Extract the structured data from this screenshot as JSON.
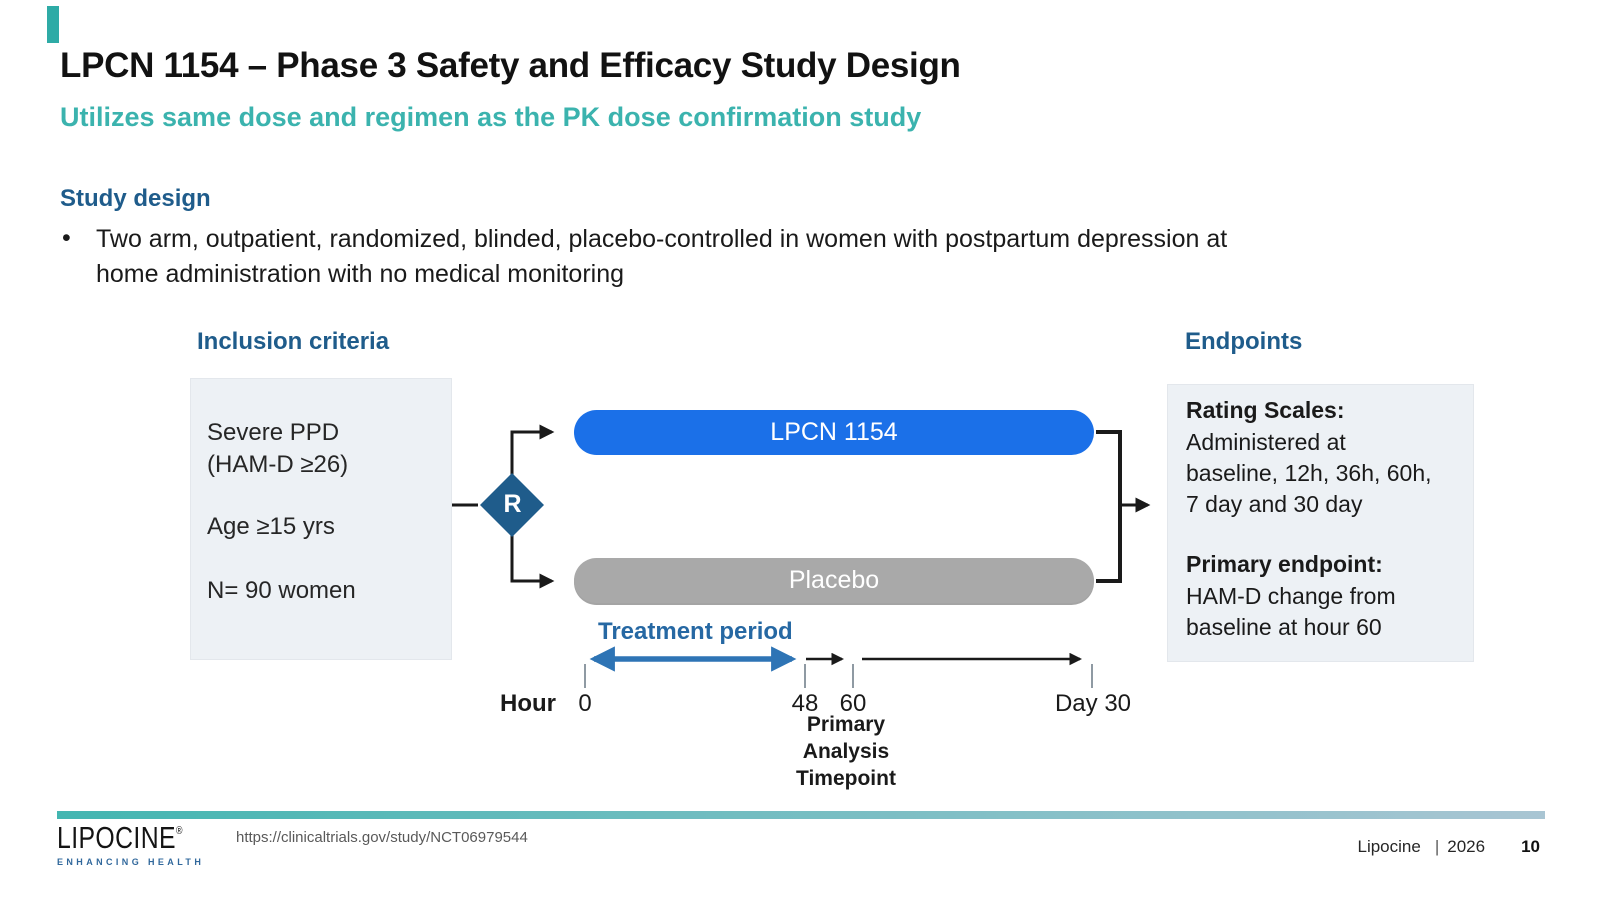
{
  "slide": {
    "title": "LPCN 1154 – Phase 3 Safety and Efficacy Study Design",
    "subtitle": "Utilizes same dose and regimen as the PK dose confirmation study"
  },
  "study_design": {
    "heading": "Study design",
    "bullet_marker": "•",
    "bullet": "Two arm, outpatient, randomized, blinded, placebo-controlled in women with postpartum depression at\nhome administration with no medical monitoring"
  },
  "inclusion": {
    "heading": "Inclusion criteria",
    "line1": "Severe PPD\n(HAM-D ≥26)",
    "line2": "Age ≥15 yrs",
    "line3": "N= 90 women"
  },
  "diagram": {
    "randomization_label": "R",
    "arm1_label": "LPCN 1154",
    "arm2_label": "Placebo",
    "treatment_period_label": "Treatment period",
    "timeline": {
      "axis_label": "Hour",
      "tick_0": "0",
      "tick_48": "48",
      "tick_60": "60",
      "tick_day30": "Day 30"
    },
    "primary_analysis_label": "Primary\nAnalysis\nTimepoint"
  },
  "endpoints": {
    "heading": "Endpoints",
    "rating_scales_label": "Rating Scales:",
    "rating_scales_text": "Administered at\nbaseline, 12h, 36h, 60h,\n7 day and 30 day",
    "primary_endpoint_label": "Primary endpoint:",
    "primary_endpoint_text": "HAM-D change from\nbaseline at hour 60"
  },
  "footer": {
    "url": "https://clinicaltrials.gov/study/NCT06979544",
    "company": "Lipocine",
    "separator": "|",
    "year": "2026",
    "page_number": "10",
    "logo_text": "LIPOCINE",
    "logo_mark": "®",
    "logo_tagline": "ENHANCING HEALTH"
  },
  "colors": {
    "accent_teal": "#2EABA6",
    "subtitle_teal": "#3BB3AE",
    "heading_blue": "#1F5C8B",
    "arm_blue": "#1B70E8",
    "arm_gray": "#A9A9A9",
    "treatment_arrow_blue": "#2E74B5",
    "box_background": "#EDF1F5",
    "divider_gradient_start": "#43B6B1",
    "divider_gradient_end": "#A9C5D3"
  }
}
